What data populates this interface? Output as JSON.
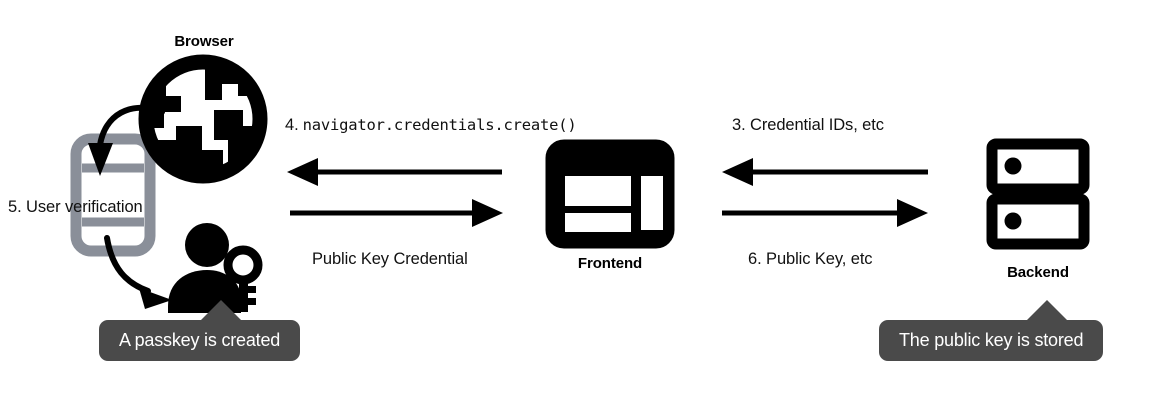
{
  "diagram": {
    "title": "WebAuthn passkey registration flow",
    "background": "#ffffff",
    "ink": "#000000",
    "device_gray": "#8a8f99",
    "bubble_gray": "#4a4a4a",
    "bubble_text": "#ffffff"
  },
  "nodes": [
    {
      "id": "browser",
      "label": "Browser",
      "icon": "globe-icon"
    },
    {
      "id": "device",
      "label": "",
      "icon": "smartphone-icon"
    },
    {
      "id": "user",
      "label": "",
      "icon": "user-with-key-icon"
    },
    {
      "id": "frontend",
      "label": "Frontend",
      "icon": "browser-window-icon"
    },
    {
      "id": "backend",
      "label": "Backend",
      "icon": "server-stack-icon"
    }
  ],
  "flows": [
    {
      "id": "step-3",
      "label": "3. Credential IDs, etc",
      "direction": "left",
      "from": "backend",
      "to": "frontend",
      "mono": false
    },
    {
      "id": "step-4",
      "label_prefix": "4.",
      "label_code": "navigator.credentials.create()",
      "direction": "left",
      "from": "frontend",
      "to": "browser",
      "mono": true
    },
    {
      "id": "public-key-credential",
      "label": "Public Key Credential",
      "direction": "right",
      "from": "browser",
      "to": "frontend",
      "mono": false
    },
    {
      "id": "step-6",
      "label": "6. Public Key, etc",
      "direction": "right",
      "from": "frontend",
      "to": "backend",
      "mono": false
    }
  ],
  "annotations": [
    {
      "id": "step-5",
      "label": "5. User verification"
    }
  ],
  "callouts": [
    {
      "id": "passkey-created",
      "label": "A passkey is created",
      "points_to": "user"
    },
    {
      "id": "public-key-stored",
      "label": "The public key is stored",
      "points_to": "backend"
    }
  ]
}
